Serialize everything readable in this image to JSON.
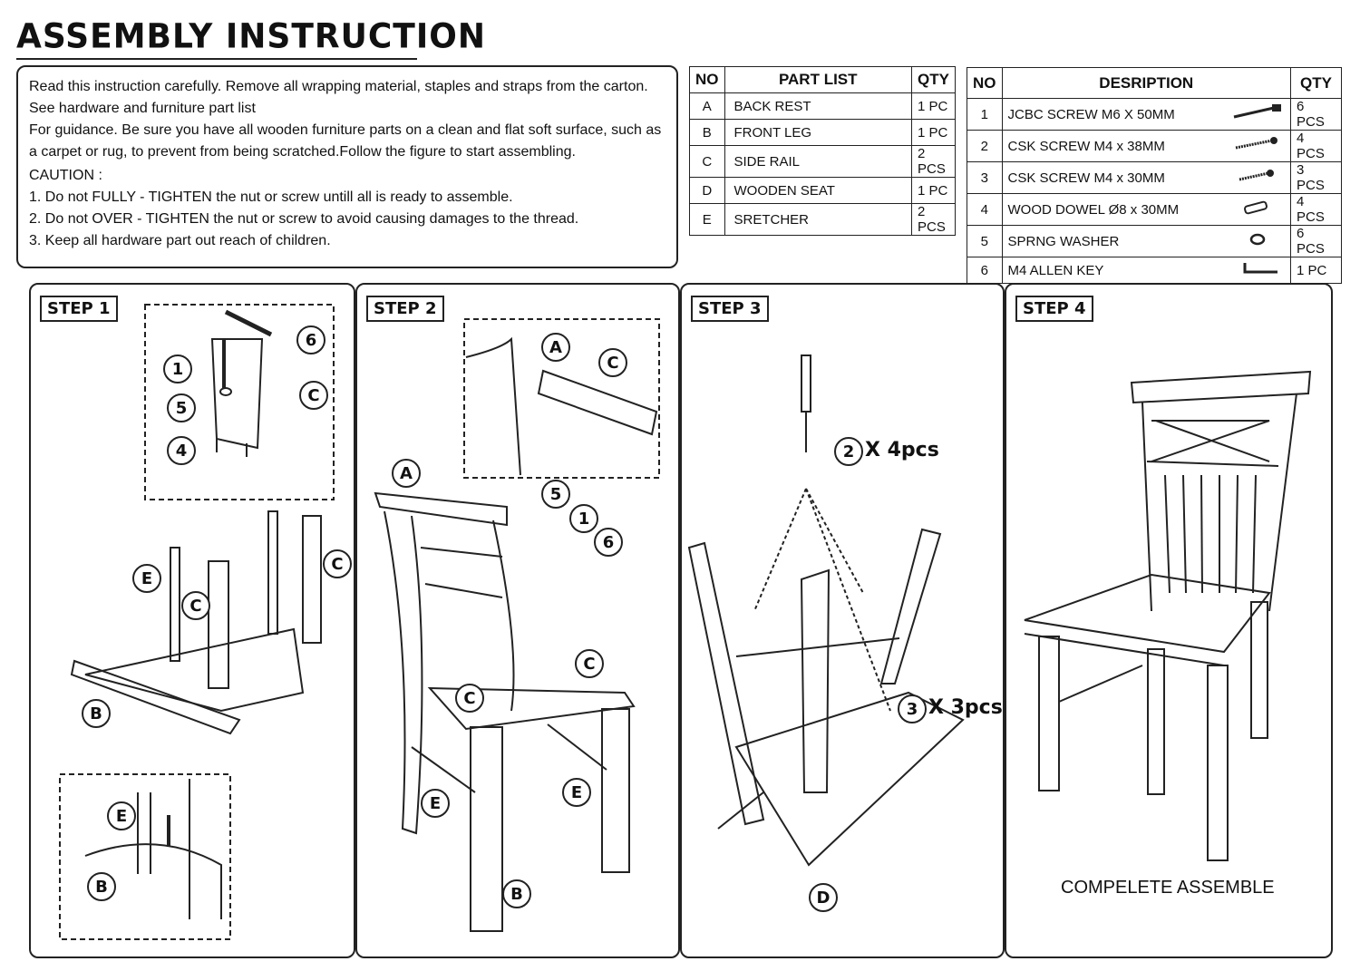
{
  "title": "ASSEMBLY INSTRUCTION",
  "intro": {
    "p1": "Read this  instruction carefully. Remove all wrapping material, staples and straps from the carton. See hardware and furniture part list",
    "p2": "For guidance. Be sure you have all wooden furniture parts on a clean and flat soft surface, such as a carpet or rug, to prevent from being scratched.Follow the figure to start assembling.",
    "caution_label": "CAUTION :",
    "cautions": [
      "1. Do not FULLY - TIGHTEN the nut or screw untill all is ready to assemble.",
      "2. Do not OVER -  TIGHTEN the nut or screw to avoid causing damages to the thread.",
      "3. Keep all hardware part out reach of children."
    ]
  },
  "part_list": {
    "headers": [
      "NO",
      "PART LIST",
      "QTY"
    ],
    "rows": [
      {
        "no": "A",
        "name": "BACK REST",
        "qty": "1 PC"
      },
      {
        "no": "B",
        "name": "FRONT LEG",
        "qty": "1 PC"
      },
      {
        "no": "C",
        "name": "SIDE RAIL",
        "qty": "2 PCS"
      },
      {
        "no": "D",
        "name": "WOODEN SEAT",
        "qty": "1 PC"
      },
      {
        "no": "E",
        "name": "SRETCHER",
        "qty": "2 PCS"
      }
    ]
  },
  "hardware_list": {
    "headers": [
      "NO",
      "DESRIPTION",
      "QTY"
    ],
    "rows": [
      {
        "no": "1",
        "name": "JCBC SCREW M6 X 50MM",
        "qty": "6 PCS",
        "icon": "bolt-icon"
      },
      {
        "no": "2",
        "name": "CSK SCREW M4 x 38MM",
        "qty": "4 PCS",
        "icon": "screw-icon"
      },
      {
        "no": "3",
        "name": "CSK SCREW M4 x 30MM",
        "qty": "3 PCS",
        "icon": "screw-icon"
      },
      {
        "no": "4",
        "name": "WOOD DOWEL Ø8 x 30MM",
        "qty": "4 PCS",
        "icon": "dowel-icon"
      },
      {
        "no": "5",
        "name": "SPRNG WASHER",
        "qty": "6 PCS",
        "icon": "washer-icon"
      },
      {
        "no": "6",
        "name": "M4 ALLEN KEY",
        "qty": "1 PC",
        "icon": "allen-key-icon"
      }
    ]
  },
  "steps": [
    {
      "label": "STEP 1",
      "callouts": [
        "6",
        "1",
        "5",
        "C",
        "4",
        "E",
        "C",
        "C",
        "B",
        "E",
        "B"
      ]
    },
    {
      "label": "STEP 2",
      "callouts": [
        "A",
        "C",
        "5",
        "1",
        "6",
        "A",
        "C",
        "C",
        "E",
        "E",
        "B"
      ]
    },
    {
      "label": "STEP 3",
      "callouts": [
        "2",
        "3",
        "D"
      ],
      "qty_notes": [
        "X 4pcs",
        "X 3pcs"
      ]
    },
    {
      "label": "STEP 4",
      "caption": "COMPELETE ASSEMBLE"
    }
  ]
}
